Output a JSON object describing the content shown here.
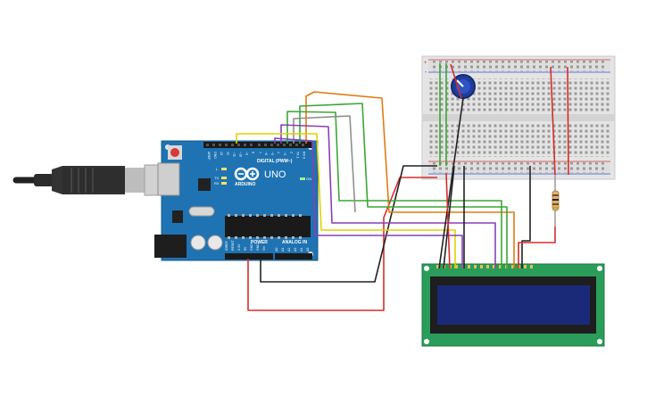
{
  "arduino": {
    "brand": "ARDUINO",
    "model": "UNO",
    "digital_label": "DIGITAL (PWM~)",
    "power_label": "POWER",
    "analog_label": "ANALOG IN",
    "on_label": "ON",
    "tx_label": "TX",
    "rx_label": "RX",
    "l_label": "L",
    "digital_pins": [
      "AREF",
      "GND",
      "13",
      "12",
      "~11",
      "~10",
      "~9",
      "8",
      "7",
      "~6",
      "~5",
      "4",
      "~3",
      "2",
      "TX 1",
      "RX 0"
    ],
    "power_pins": [
      "IOREF",
      "RESET",
      "3.3V",
      "5V",
      "GND",
      "GND",
      "Vin"
    ],
    "analog_pins": [
      "A0",
      "A1",
      "A2",
      "A3",
      "A4",
      "A5"
    ]
  },
  "breadboard": {
    "rail_plus": "+",
    "rail_minus": "-"
  },
  "colors": {
    "arduino_board": "#1f73b2",
    "breadboard": "#e4e4e4",
    "lcd_pcb": "#2a9d5a",
    "lcd_screen": "#1b2a78",
    "wire_red": "#d62d2d",
    "wire_black": "#222222",
    "wire_orange": "#e07b12",
    "wire_green": "#3aa635",
    "wire_yellow": "#e3d000",
    "wire_purple": "#8a3fb5",
    "wire_grey": "#8f8f8f"
  }
}
